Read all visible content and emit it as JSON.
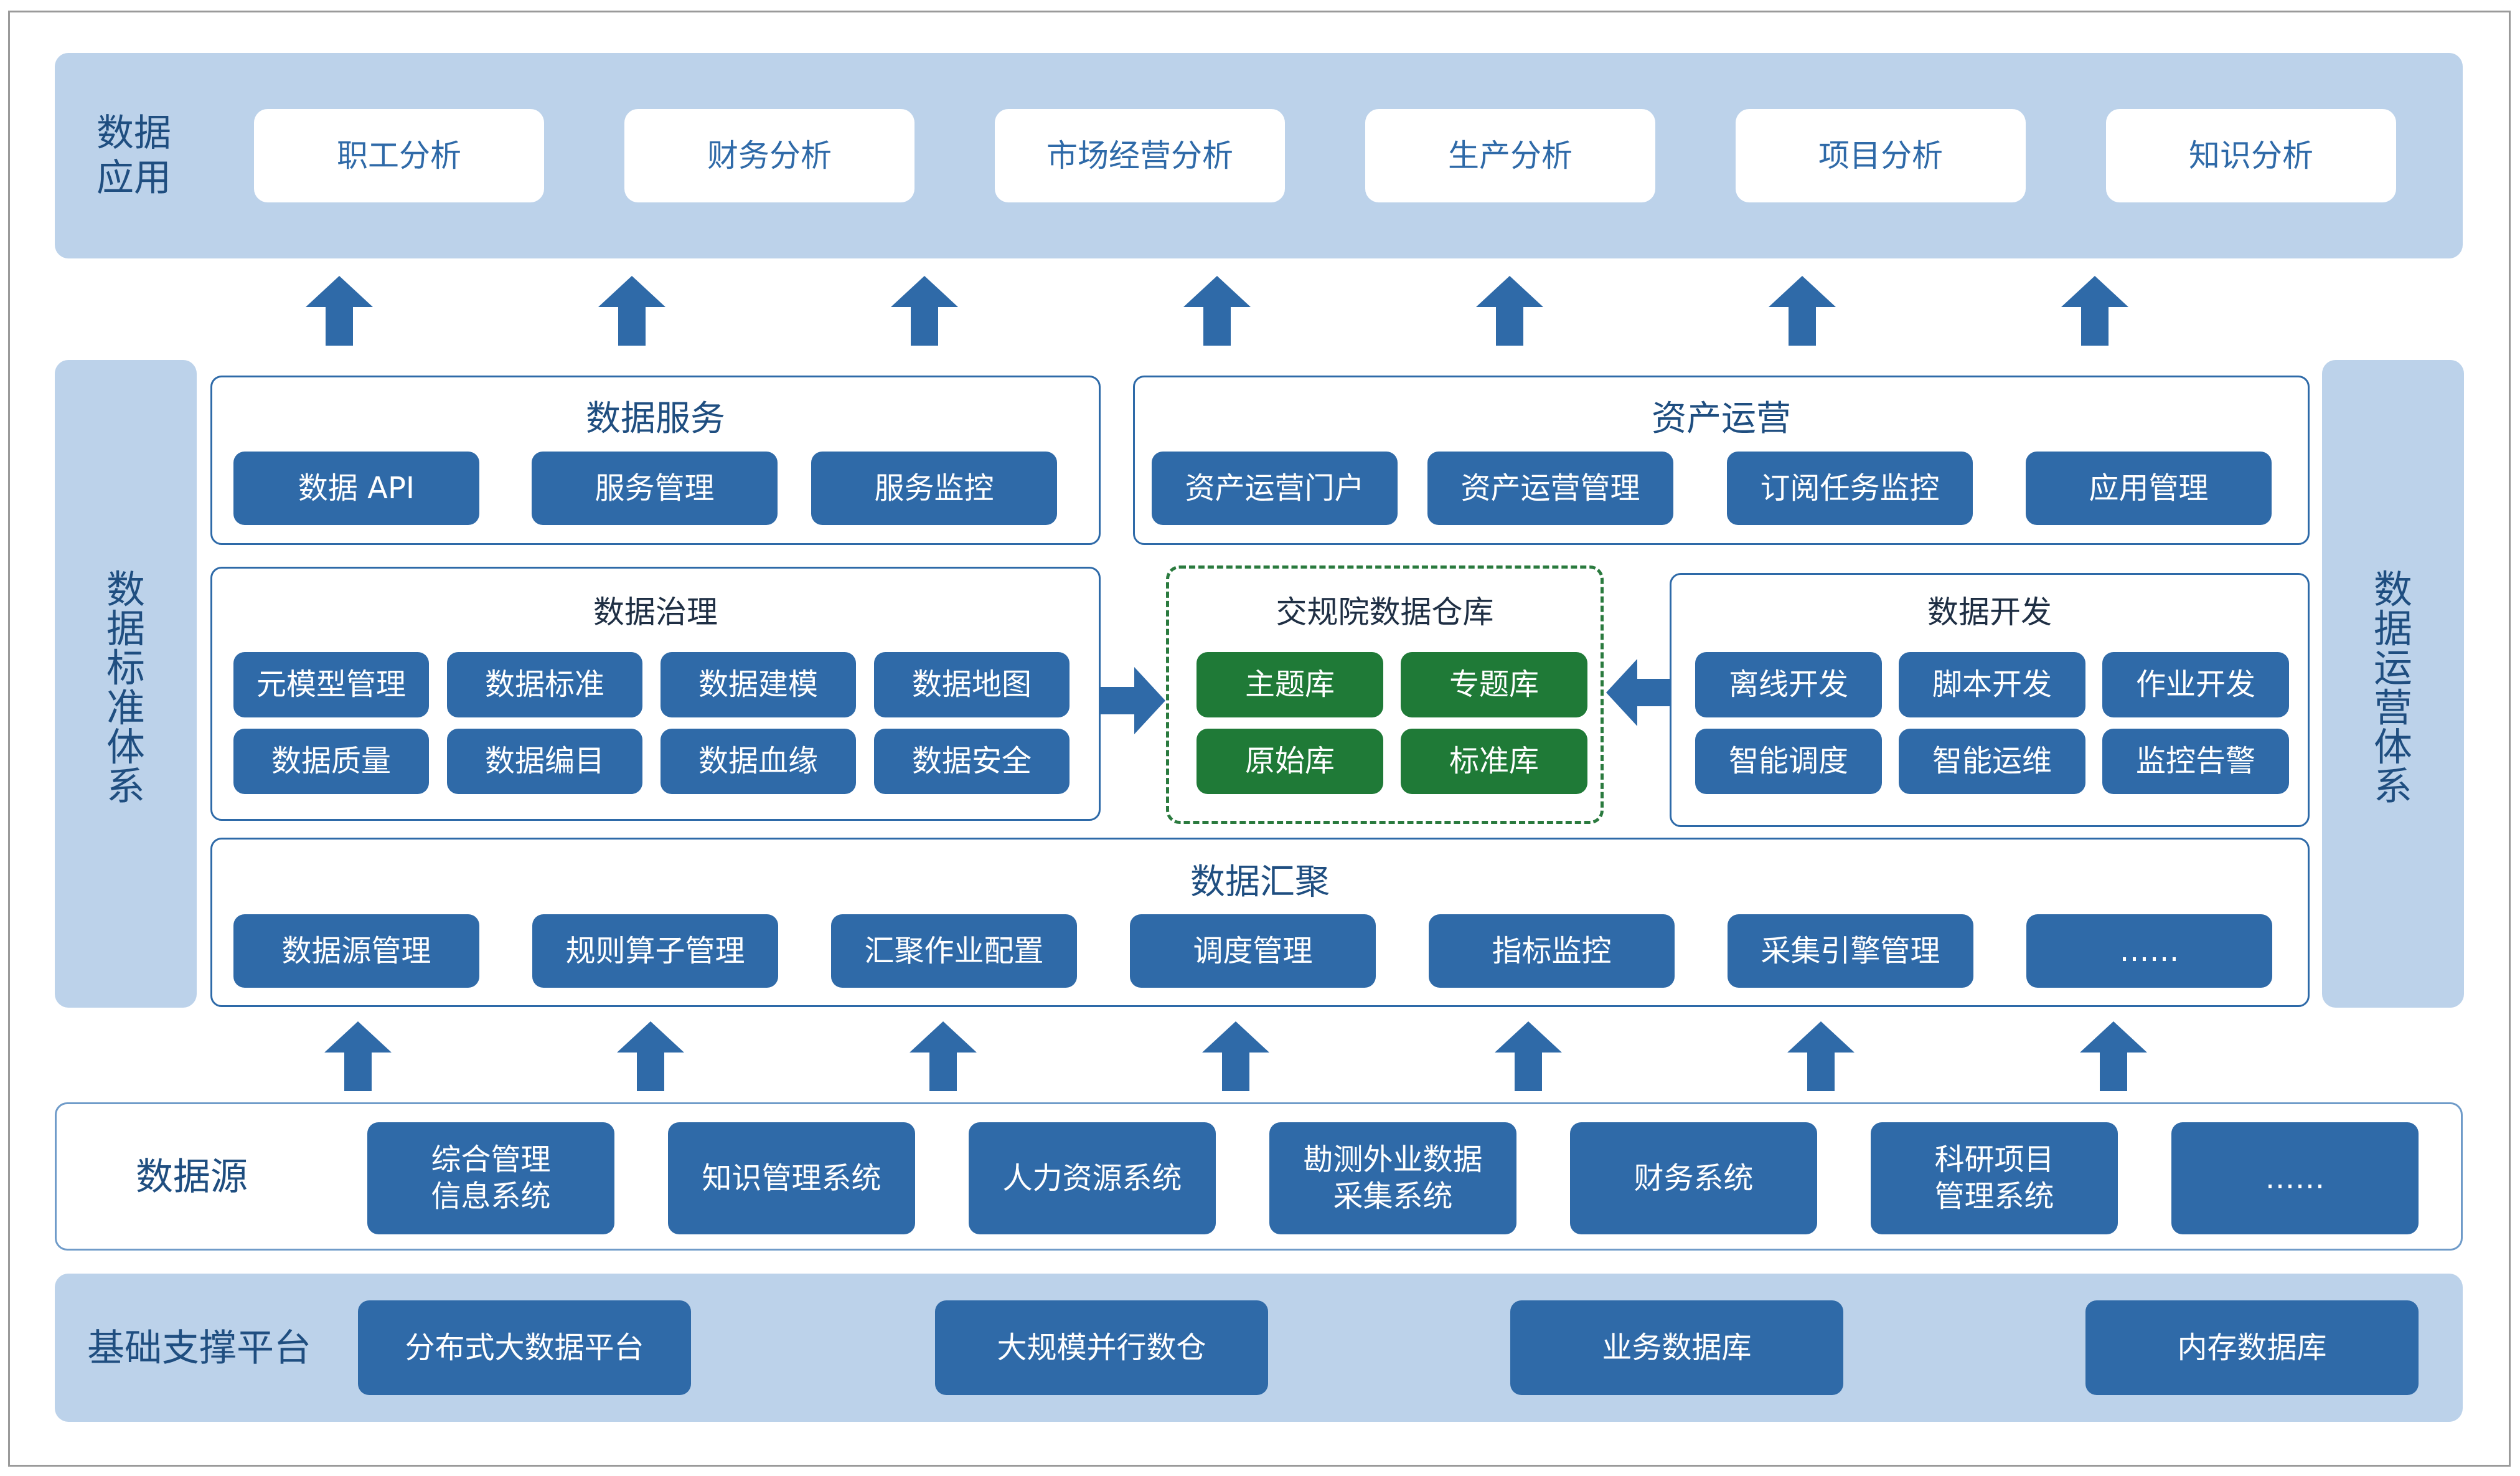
{
  "app": {
    "label": "数据\n应用",
    "items": [
      "职工分析",
      "财务分析",
      "市场经营分析",
      "生产分析",
      "项目分析",
      "知识分析"
    ]
  },
  "left_system": "数据标准体系",
  "right_system": "数据运营体系",
  "service": {
    "title": "数据服务",
    "items": [
      "数据 API",
      "服务管理",
      "服务监控"
    ]
  },
  "asset": {
    "title": "资产运营",
    "items": [
      "资产运营门户",
      "资产运营管理",
      "订阅任务监控",
      "应用管理"
    ]
  },
  "governance": {
    "title": "数据治理",
    "items": [
      "元模型管理",
      "数据标准",
      "数据建模",
      "数据地图",
      "数据质量",
      "数据编目",
      "数据血缘",
      "数据安全"
    ]
  },
  "warehouse": {
    "title": "交规院数据仓库",
    "items": [
      "主题库",
      "专题库",
      "原始库",
      "标准库"
    ]
  },
  "development": {
    "title": "数据开发",
    "items": [
      "离线开发",
      "脚本开发",
      "作业开发",
      "智能调度",
      "智能运维",
      "监控告警"
    ]
  },
  "aggregation": {
    "title": "数据汇聚",
    "items": [
      "数据源管理",
      "规则算子管理",
      "汇聚作业配置",
      "调度管理",
      "指标监控",
      "采集引擎管理",
      "……"
    ]
  },
  "sources": {
    "label": "数据源",
    "items": [
      "综合管理\n信息系统",
      "知识管理系统",
      "人力资源系统",
      "勘测外业数据\n采集系统",
      "财务系统",
      "科研项目\n管理系统",
      "……"
    ]
  },
  "platform": {
    "label": "基础支撑平台",
    "items": [
      "分布式大数据平台",
      "大规模并行数仓",
      "业务数据库",
      "内存数据库"
    ]
  },
  "colors": {
    "band": "#bcd2ea",
    "box_blue": "#2f6aa8",
    "box_green": "#1f7a37",
    "arrow": "#2f6aa8",
    "text_dark_blue": "#1f4e80"
  }
}
